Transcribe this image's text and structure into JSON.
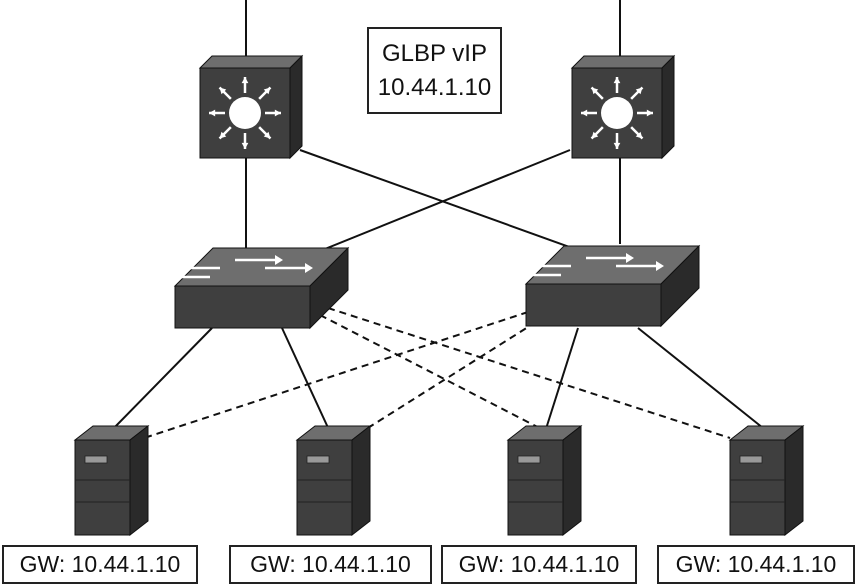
{
  "vip": {
    "title": "GLBP vIP",
    "address": "10.44.1.10"
  },
  "routers": [
    {
      "icon": "router-icon"
    },
    {
      "icon": "router-icon"
    }
  ],
  "switches": [
    {
      "icon": "switch-icon"
    },
    {
      "icon": "switch-icon"
    }
  ],
  "servers": [
    {
      "icon": "server-icon",
      "gateway": "GW: 10.44.1.10"
    },
    {
      "icon": "server-icon",
      "gateway": "GW: 10.44.1.10"
    },
    {
      "icon": "server-icon",
      "gateway": "GW: 10.44.1.10"
    },
    {
      "icon": "server-icon",
      "gateway": "GW: 10.44.1.10"
    }
  ],
  "colors": {
    "device_top": "#6e6e6e",
    "device_front": "#3f3f3f",
    "device_side": "#2a2a2a",
    "line": "#111111"
  }
}
